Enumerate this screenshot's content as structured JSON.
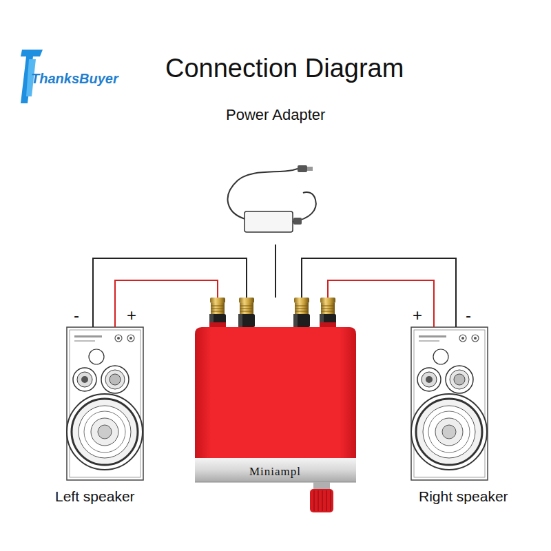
{
  "diagram": {
    "title": "Connection Diagram",
    "nodes": [
      {
        "text": [
          "Power Adapter"
        ]
      },
      {
        "text": [
          "Miniampl"
        ]
      },
      {
        "text": [
          "Left speaker"
        ]
      },
      {
        "text": [
          "Right speaker"
        ]
      }
    ],
    "edges": [
      {
        "from": 0,
        "to": 1,
        "arrow": "none"
      },
      {
        "from": 1,
        "to": 2,
        "arrow": "none"
      },
      {
        "from": 1,
        "to": 2,
        "arrow": "none"
      },
      {
        "from": 1,
        "to": 3,
        "arrow": "none"
      },
      {
        "from": 1,
        "to": 3,
        "arrow": "none"
      }
    ],
    "labels": [
      "ThanksBuyer",
      "-",
      "+",
      "+",
      "-"
    ]
  }
}
